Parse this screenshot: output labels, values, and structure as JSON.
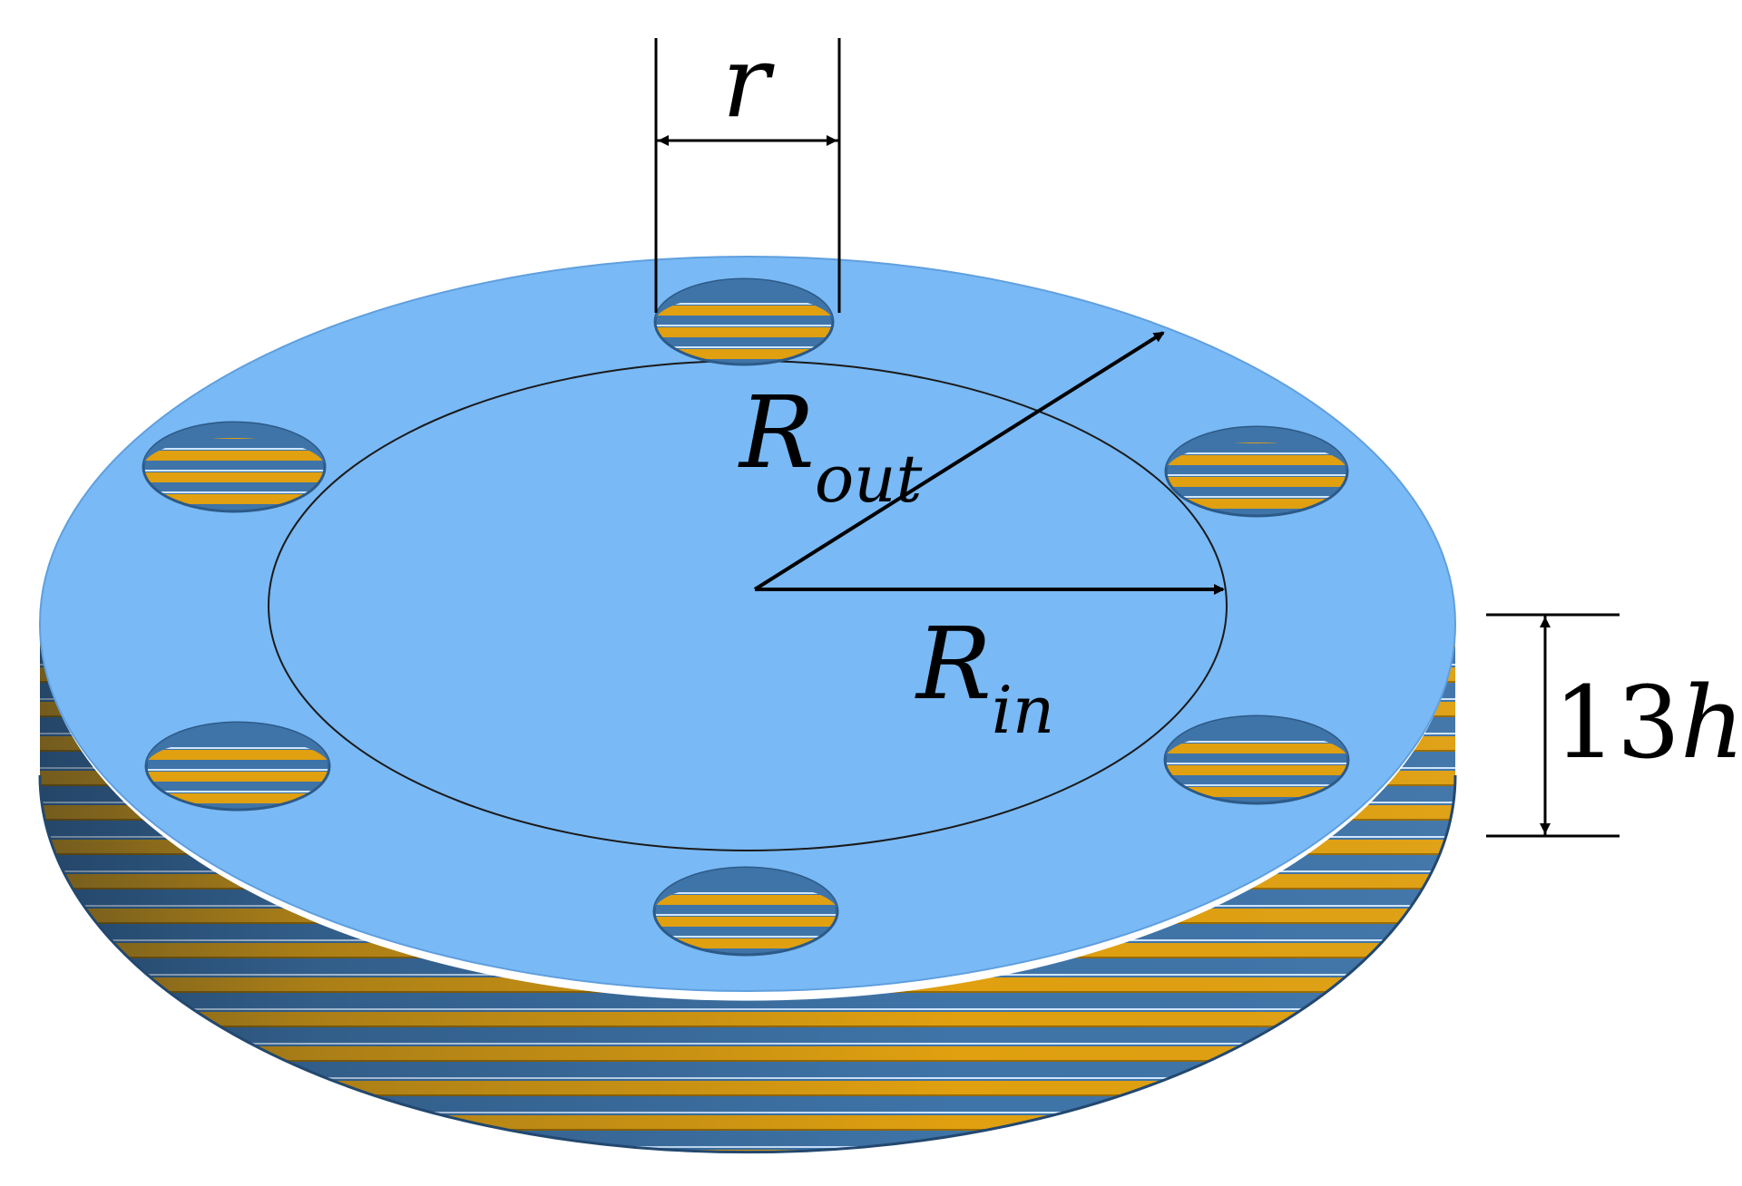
{
  "labels": {
    "hole_diameter": "r",
    "outer_radius_main": "R",
    "outer_radius_sub": "out",
    "inner_radius_main": "R",
    "inner_radius_sub": "in",
    "thickness_number": "13",
    "thickness_var": "h"
  },
  "colors": {
    "top_surface": "#79b9f5",
    "layer_blue": "#3f74a8",
    "layer_gold": "#e0a010",
    "dimension_lines": "#000000"
  }
}
